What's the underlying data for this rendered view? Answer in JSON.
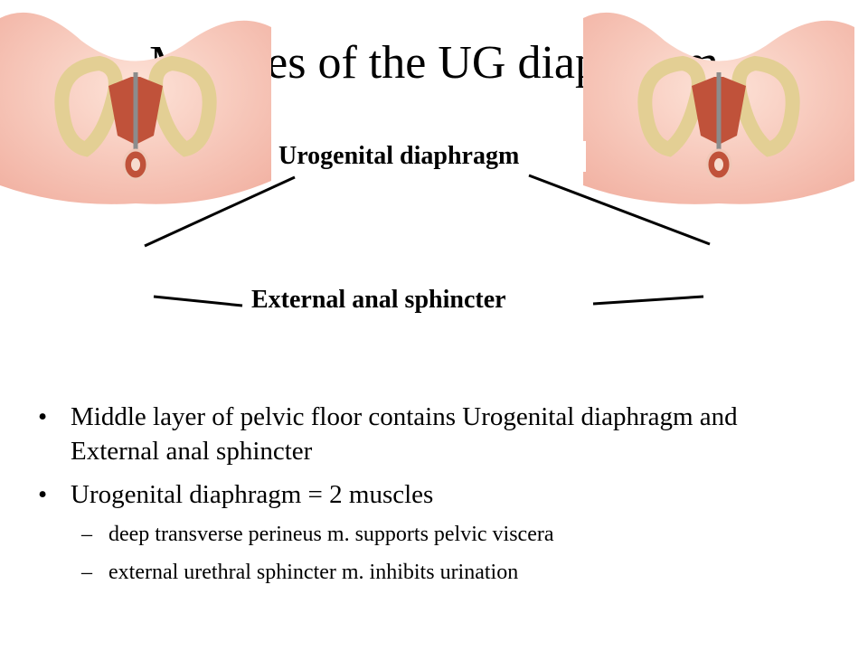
{
  "slide": {
    "title": "Muscles of the UG diaphragm",
    "labels": {
      "urogenital": "Urogenital diaphragm",
      "external_anal": "External anal sphincter"
    },
    "bullets": [
      {
        "text": "Middle layer of pelvic floor contains Urogenital diaphragm and External anal sphincter"
      },
      {
        "text": "Urogenital diaphragm = 2 muscles"
      }
    ],
    "subbullets": [
      {
        "text": "deep transverse perineus m. supports pelvic viscera"
      },
      {
        "text": "external urethral sphincter m. inhibits urination"
      }
    ],
    "bullet_glyph": "•",
    "dash_glyph": "–"
  },
  "colors": {
    "skin": "#f6c6b8",
    "bone": "#e3cf94",
    "muscle": "#c0523a",
    "text": "#000000"
  }
}
